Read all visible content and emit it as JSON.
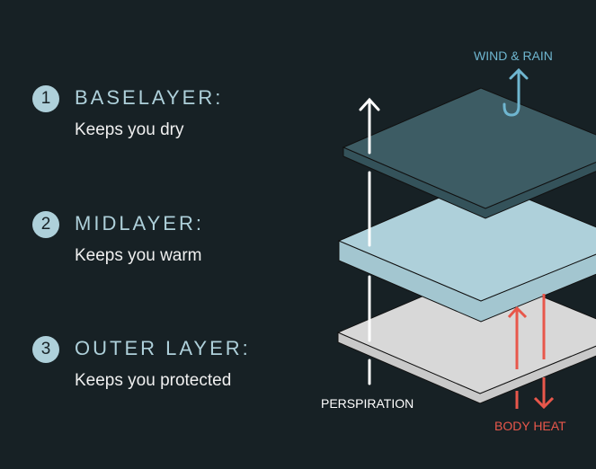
{
  "layers": [
    {
      "number": "1",
      "title": "BASELAYER:",
      "description": "Keeps you dry"
    },
    {
      "number": "2",
      "title": "MIDLAYER:",
      "description": "Keeps you warm"
    },
    {
      "number": "3",
      "title": "OUTER LAYER:",
      "description": "Keeps you protected"
    }
  ],
  "diagram": {
    "wind_label": "WIND & RAIN",
    "perspiration_label": "PERSPIRATION",
    "body_heat_label": "BODY HEAT",
    "colors": {
      "top_plate": "#3d5c64",
      "mid_plate": "#aed0da",
      "bottom_plate": "#d8d8d8",
      "wind": "#6fb6d0",
      "heat": "#e8574b",
      "perspiration": "#ffffff"
    }
  }
}
